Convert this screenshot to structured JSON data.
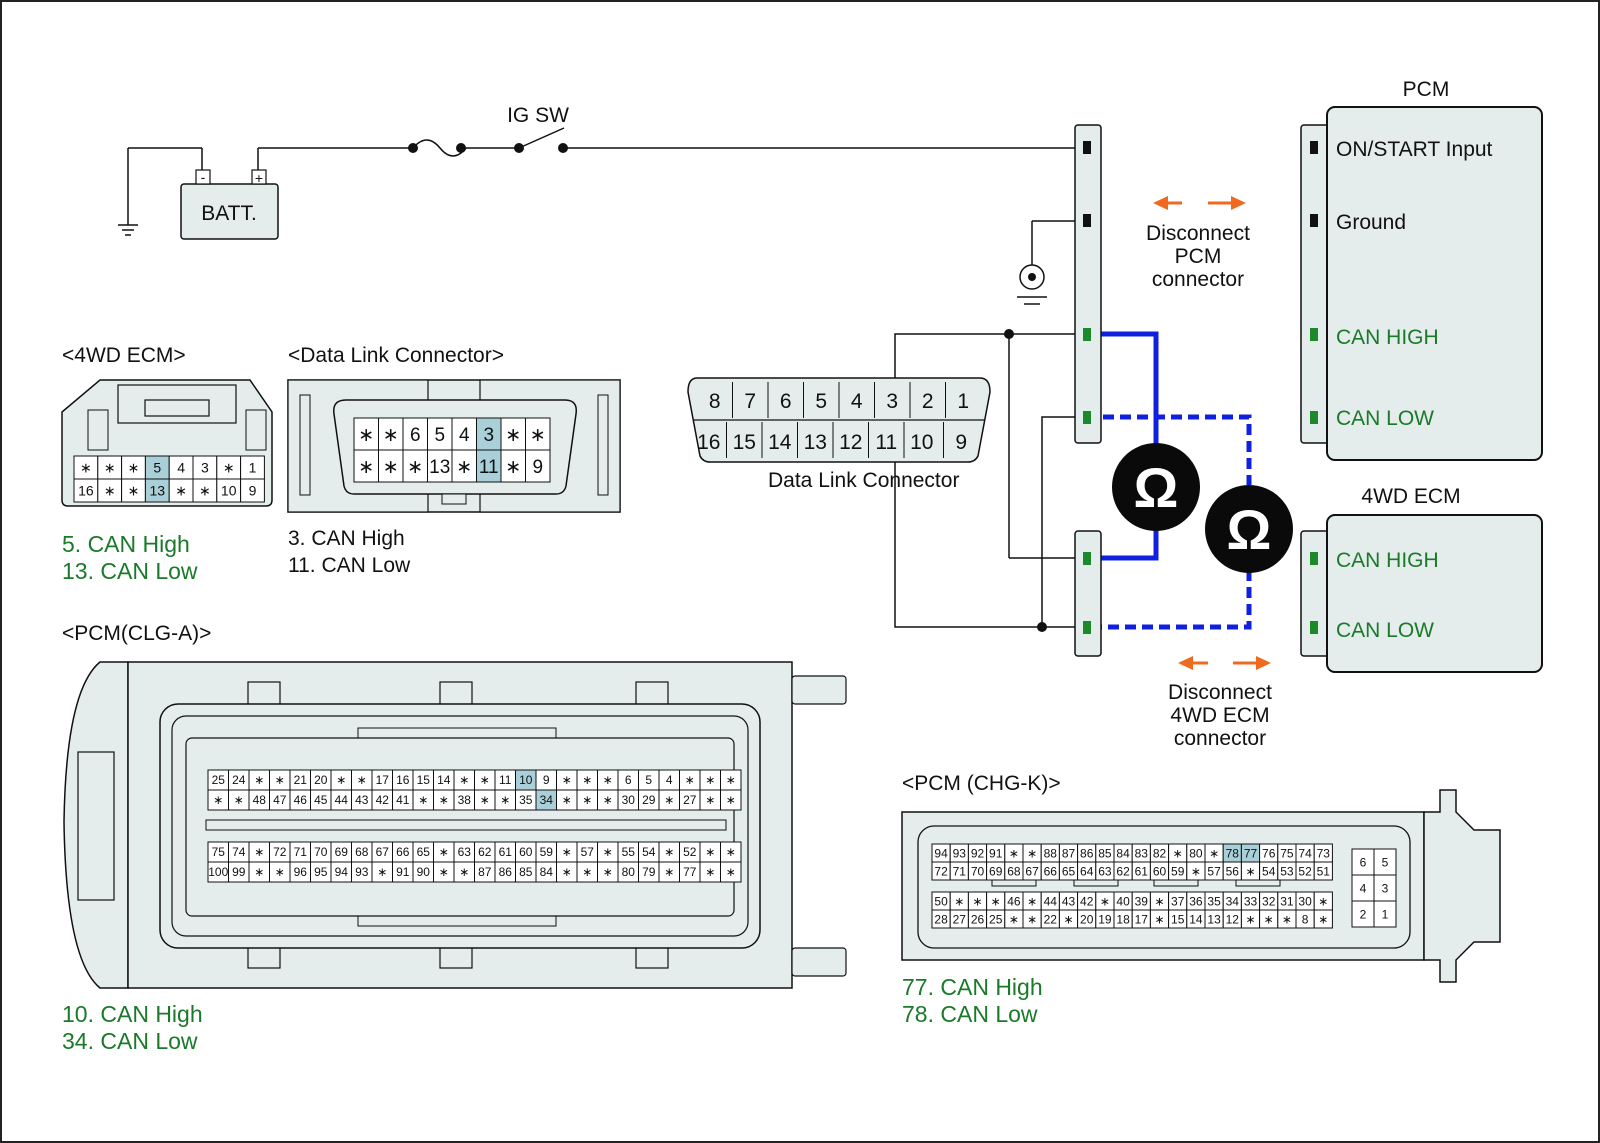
{
  "circuit": {
    "ig_sw": "IG SW",
    "batt": "BATT.",
    "batt_minus": "-",
    "batt_plus": "+",
    "disconnect_pcm": [
      "Disconnect",
      "PCM",
      "connector"
    ],
    "disconnect_4wd": [
      "Disconnect",
      "4WD ECM",
      "connector"
    ],
    "ohm_symbol": "Ω"
  },
  "pcm_box": {
    "title": "PCM",
    "pins": [
      "ON/START Input",
      "Ground",
      "CAN HIGH",
      "CAN LOW"
    ]
  },
  "ecm_box": {
    "title": "4WD ECM",
    "pins": [
      "CAN HIGH",
      "CAN LOW"
    ]
  },
  "dlc_main": {
    "caption": "Data Link Connector",
    "row1": [
      "8",
      "7",
      "6",
      "5",
      "4",
      "3",
      "2",
      "1"
    ],
    "row2": [
      "16",
      "15",
      "14",
      "13",
      "12",
      "11",
      "10",
      "9"
    ]
  },
  "ecm_connector": {
    "title": "<4WD ECM>",
    "row1": [
      "*",
      "*",
      "*",
      "5",
      "4",
      "3",
      "*",
      "1"
    ],
    "row2": [
      "16",
      "*",
      "*",
      "13",
      "*",
      "*",
      "10",
      "9"
    ],
    "highlight": [
      "5",
      "13"
    ],
    "notes": [
      "5. CAN High",
      "13. CAN Low"
    ]
  },
  "dlc_connector": {
    "title": "<Data Link Connector>",
    "row1": [
      "*",
      "*",
      "6",
      "5",
      "4",
      "3",
      "*",
      "*"
    ],
    "row2": [
      "*",
      "*",
      "*",
      "13",
      "*",
      "11",
      "*",
      "9"
    ],
    "highlight": [
      "3",
      "11"
    ],
    "notes": [
      "3. CAN High",
      "11. CAN Low"
    ]
  },
  "pcm_a": {
    "title": "<PCM(CLG-A)>",
    "rows": [
      [
        "25",
        "24",
        "*",
        "*",
        "21",
        "20",
        "*",
        "*",
        "17",
        "16",
        "15",
        "14",
        "*",
        "*",
        "11",
        "10",
        "9",
        "*",
        "*",
        "*",
        "6",
        "5",
        "4",
        "*",
        "*",
        "*"
      ],
      [
        "*",
        "*",
        "48",
        "47",
        "46",
        "45",
        "44",
        "43",
        "42",
        "41",
        "*",
        "*",
        "38",
        "*",
        "*",
        "35",
        "34",
        "*",
        "*",
        "*",
        "30",
        "29",
        "*",
        "27",
        "*",
        "*"
      ],
      [
        "75",
        "74",
        "*",
        "72",
        "71",
        "70",
        "69",
        "68",
        "67",
        "66",
        "65",
        "*",
        "63",
        "62",
        "61",
        "60",
        "59",
        "*",
        "57",
        "*",
        "55",
        "54",
        "*",
        "52",
        "*",
        "*"
      ],
      [
        "100",
        "99",
        "*",
        "*",
        "96",
        "95",
        "94",
        "93",
        "*",
        "91",
        "90",
        "*",
        "*",
        "87",
        "86",
        "85",
        "84",
        "*",
        "*",
        "*",
        "80",
        "79",
        "*",
        "77",
        "*",
        "*"
      ]
    ],
    "highlight": [
      "10",
      "34"
    ],
    "notes": [
      "10. CAN High",
      "34. CAN Low"
    ]
  },
  "pcm_k": {
    "title": "<PCM (CHG-K)>",
    "rows": [
      [
        "94",
        "93",
        "92",
        "91",
        "*",
        "*",
        "88",
        "87",
        "86",
        "85",
        "84",
        "83",
        "82",
        "*",
        "80",
        "*",
        "78",
        "77",
        "76",
        "75",
        "74",
        "73"
      ],
      [
        "72",
        "71",
        "70",
        "69",
        "68",
        "67",
        "66",
        "65",
        "64",
        "63",
        "62",
        "61",
        "60",
        "59",
        "*",
        "57",
        "56",
        "*",
        "54",
        "53",
        "52",
        "51"
      ],
      [
        "50",
        "*",
        "*",
        "*",
        "46",
        "*",
        "44",
        "43",
        "42",
        "*",
        "40",
        "39",
        "*",
        "37",
        "36",
        "35",
        "34",
        "33",
        "32",
        "31",
        "30",
        "*"
      ],
      [
        "28",
        "27",
        "26",
        "25",
        "*",
        "*",
        "22",
        "*",
        "20",
        "19",
        "18",
        "17",
        "*",
        "15",
        "14",
        "13",
        "12",
        "*",
        "*",
        "*",
        "8",
        "*"
      ]
    ],
    "side": [
      [
        "6",
        "5"
      ],
      [
        "4",
        "3"
      ],
      [
        "2",
        "1"
      ]
    ],
    "highlight": [
      "78",
      "77"
    ],
    "notes": [
      "77. CAN High",
      "78. CAN Low"
    ]
  },
  "colors": {
    "connector_fill": "#e4ecec",
    "pin_highlight": "#a9cfd8",
    "wire_can": "#1020e0",
    "arrow": "#f06a1e",
    "note_green": "#1a7a2a"
  }
}
